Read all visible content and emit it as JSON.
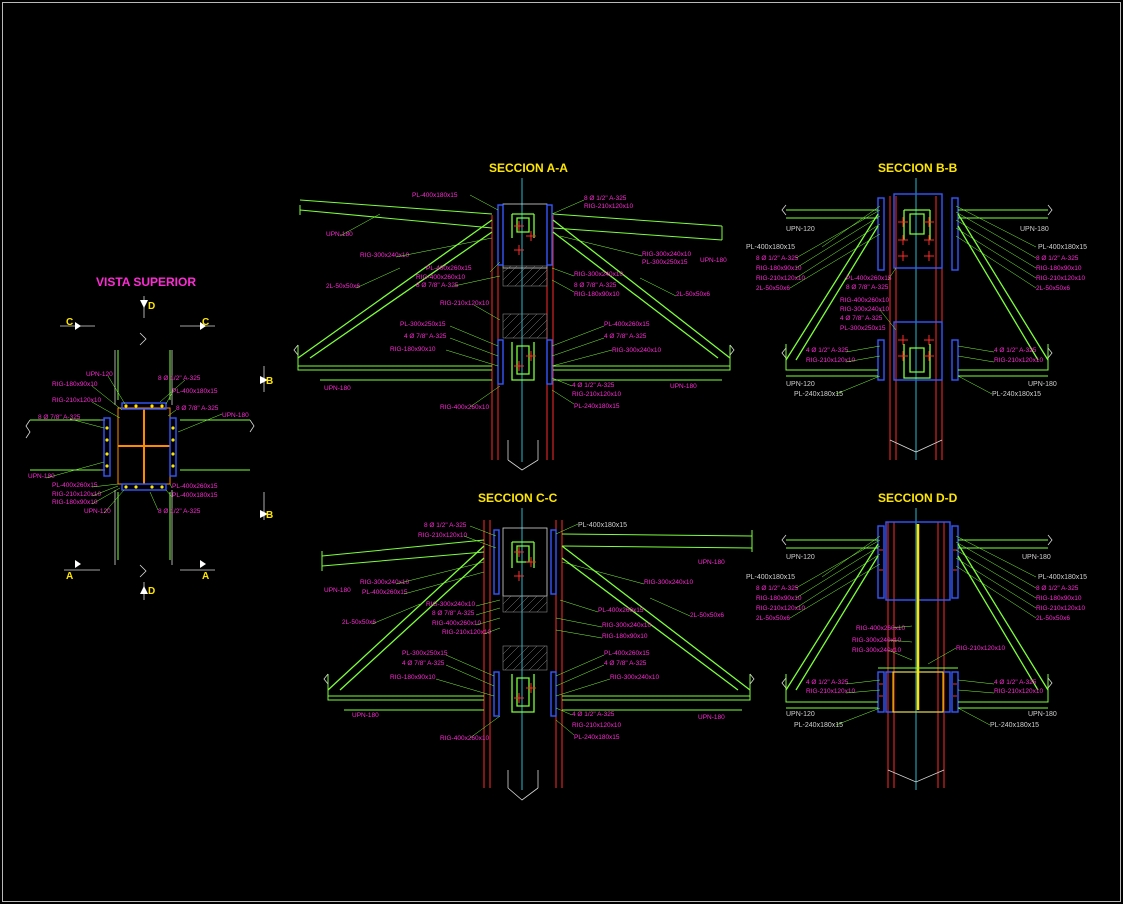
{
  "titles": {
    "vista_superior": "VISTA SUPERIOR",
    "seccion_aa": "SECCION A-A",
    "seccion_bb": "SECCION B-B",
    "seccion_cc": "SECCION C-C",
    "seccion_dd": "SECCION D-D"
  },
  "cut_marks": {
    "a": "A",
    "b": "B",
    "c": "C",
    "d": "D"
  },
  "labels": {
    "pl_400x180x15": "PL-400x180x15",
    "pl_400x180x15_b": "PL-400x180x15",
    "pl_240x180x15": "PL-240x180x15",
    "upn_120": "UPN-120",
    "upn_180": "UPN-180",
    "bolt_half": "8 Ø 1/2\" A-325",
    "bolt_78": "8 Ø 7/8\" A-325",
    "bolt_4_half": "4 Ø 1/2\" A-325",
    "bolt_4_78": "4 Ø 7/8\" A-325",
    "rig_180": "RIG-180x90x10",
    "rig_210": "RIG-210x120x10",
    "rig_300": "RIG-300x240x10",
    "rig_400": "RIG-400x260x10",
    "pl_300": "PL-300x250x15",
    "pl_400": "PL-400x260x15",
    "l_2l": "2L-50x50x6"
  },
  "colors": {
    "background": "#000000",
    "steel": "#7cff3a",
    "bolts": "#ff2a2a",
    "plates": "#3457ff",
    "axis": "#35e6ff",
    "labels": "#ff2bd6",
    "titles": "#ffe600"
  }
}
